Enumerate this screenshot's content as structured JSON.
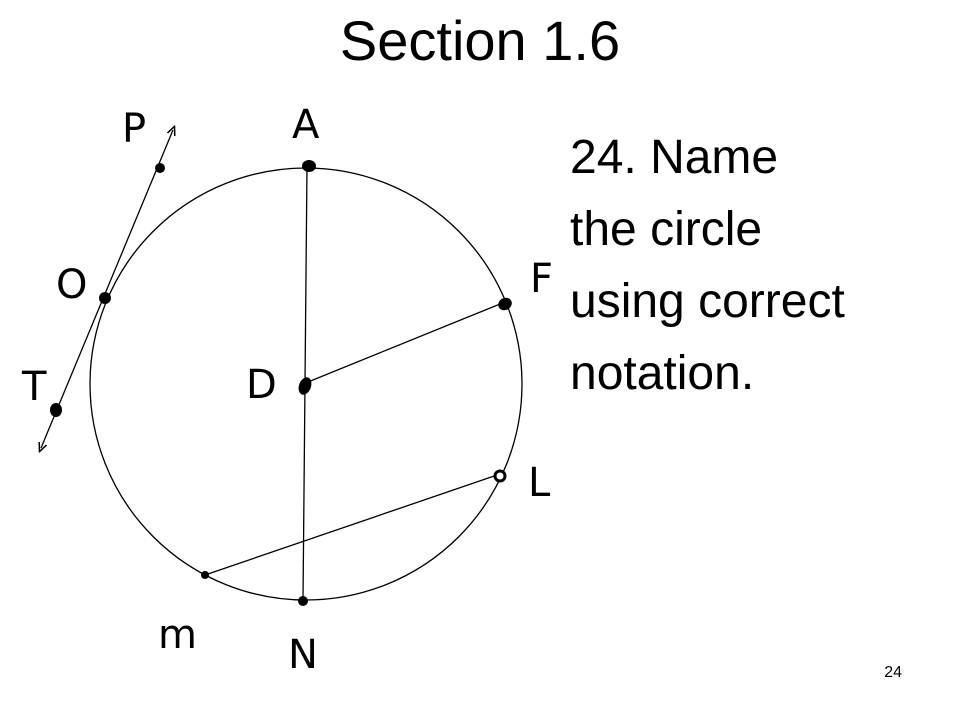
{
  "slide": {
    "title": "Section 1.6",
    "problem_lines": [
      "24.  Name",
      "the circle",
      "using correct",
      "notation."
    ],
    "page_number": "24"
  },
  "diagram": {
    "point_labels": {
      "P": "P",
      "A": "A",
      "O": "O",
      "F": "F",
      "T": "T",
      "D": "D",
      "L": "L",
      "M": "m",
      "N": "N"
    },
    "stroke_color": "#000000"
  }
}
